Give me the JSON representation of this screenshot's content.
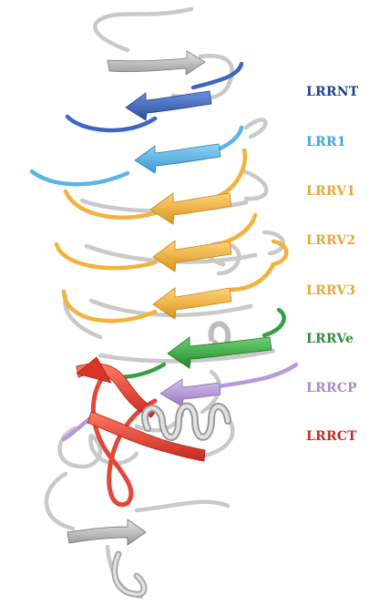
{
  "labels": [
    {
      "key": "lrrnt",
      "text": "LRRNT",
      "color": "#1f3f8f"
    },
    {
      "key": "lrr1",
      "text": "LRR1",
      "color": "#3aa6dc"
    },
    {
      "key": "lrrv1",
      "text": "LRRV1",
      "color": "#e6a83a"
    },
    {
      "key": "lrrv2",
      "text": "LRRV2",
      "color": "#e6a83a"
    },
    {
      "key": "lrrv3",
      "text": "LRRV3",
      "color": "#e6a83a"
    },
    {
      "key": "lrrve",
      "text": "LRRVe",
      "color": "#2e8b3a"
    },
    {
      "key": "lrrcp",
      "text": "LRRCP",
      "color": "#a98bc9"
    },
    {
      "key": "lrrct",
      "text": "LRRCT",
      "color": "#c42a22"
    }
  ],
  "colors": {
    "coil": "#c9c9c9",
    "coil_dark": "#8e8e8e",
    "lrrnt": "#3c66c2",
    "lrr1": "#5ab4e6",
    "lrrv": "#f2b23c",
    "lrrve": "#33a040",
    "lrrcp": "#b79ad8",
    "lrrct": "#e3473a"
  }
}
